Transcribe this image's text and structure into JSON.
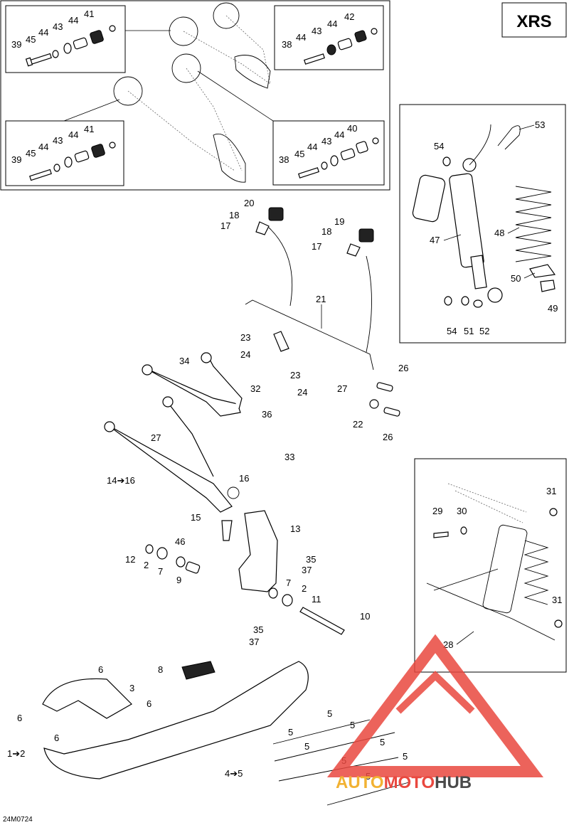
{
  "model_tag": "XRS",
  "diagram_code": "24M0724",
  "watermark": {
    "text_auto": "AUTO",
    "text_moto": "MOTO",
    "text_hub": "HUB",
    "color_primary": "#e9483f",
    "color_secondary": "#f2b233",
    "color_dark": "#4a4a4a"
  },
  "callouts": {
    "c1": "1➔2",
    "c3": "3",
    "c4": "4➔5",
    "c5": "5",
    "c6": "6",
    "c7": "7",
    "c8": "8",
    "c9": "9",
    "c10": "10",
    "c11": "11",
    "c12": "12",
    "c13": "13",
    "c14": "14➔16",
    "c15": "15",
    "c16": "16",
    "c17": "17",
    "c18": "18",
    "c19": "19",
    "c20": "20",
    "c21": "21",
    "c22": "22",
    "c23": "23",
    "c24": "24",
    "c26": "26",
    "c27": "27",
    "c28": "28",
    "c29": "29",
    "c30": "30",
    "c31": "31",
    "c32": "32",
    "c33": "33",
    "c34": "34",
    "c35": "35",
    "c36": "36",
    "c37": "37",
    "c38": "38",
    "c39": "39",
    "c40": "40",
    "c41": "41",
    "c42": "42",
    "c43": "43",
    "c44": "44",
    "c45": "45",
    "c46": "46",
    "c47": "47",
    "c48": "48",
    "c49": "49",
    "c50": "50",
    "c51": "51",
    "c52": "52",
    "c53": "53",
    "c54": "54",
    "c2": "2"
  }
}
